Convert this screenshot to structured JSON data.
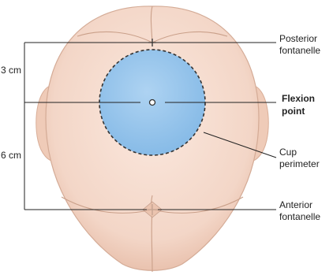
{
  "labels": {
    "posterior_line1": "Posterior",
    "posterior_line2": "fontanelle",
    "flexion_line1": "Flexion",
    "flexion_line2": "point",
    "cup_line1": "Cup",
    "cup_line2": "perimeter",
    "anterior_line1": "Anterior",
    "anterior_line2": "fontanelle"
  },
  "dimensions": {
    "upper": "3 cm",
    "lower": "6 cm"
  },
  "colors": {
    "skin": "#f4d9cb",
    "skin_shadow": "#e8c2ae",
    "cup": "#8ec1ea",
    "leader": "#222222"
  }
}
